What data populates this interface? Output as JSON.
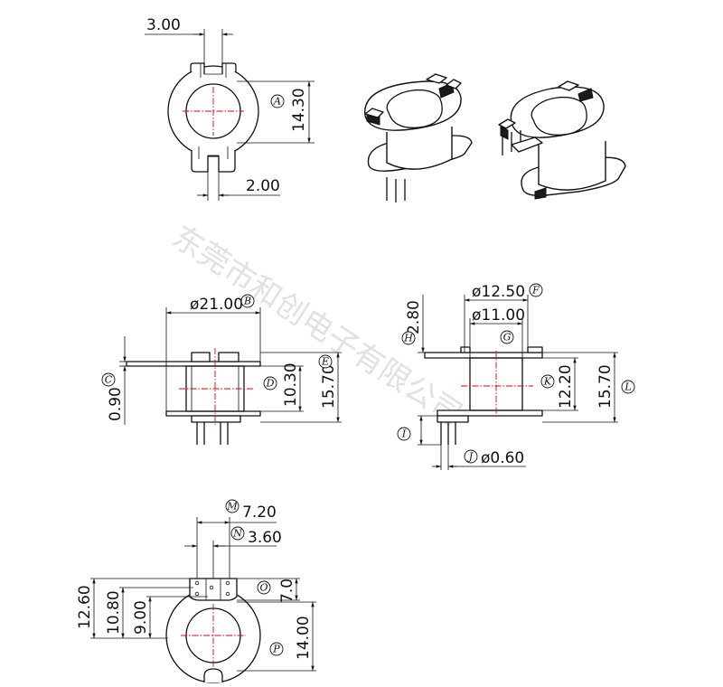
{
  "watermark": "东莞市和创电子有限公司",
  "dimensions": {
    "top_slot_width": "3.00",
    "top_pin_gap": "2.00",
    "top_height": "14.30",
    "flange_diameter": "ø21.00",
    "body_inner_height": "10.30",
    "total_height": "15.70",
    "flange_thickness": "0.90",
    "side_flange_diameter": "ø12.50",
    "side_core_diameter": "ø11.00",
    "side_top_offset": "2.80",
    "side_core_height": "12.20",
    "side_total_height": "15.70",
    "pin_diameter": "ø0.60",
    "bottom_pin_span": "7.20",
    "bottom_pin_pitch": "3.60",
    "bottom_tab_height": "7.0",
    "bottom_h1": "12.60",
    "bottom_h2": "10.80",
    "bottom_h3": "9.00",
    "bottom_outer": "14.00"
  },
  "callouts": {
    "A": "A",
    "B": "B",
    "C": "C",
    "D": "D",
    "E": "E",
    "F": "F",
    "G": "G",
    "H": "H",
    "I": "I",
    "J": "J",
    "K": "K",
    "L": "L",
    "M": "M",
    "N": "N",
    "O": "O",
    "P": "P"
  }
}
